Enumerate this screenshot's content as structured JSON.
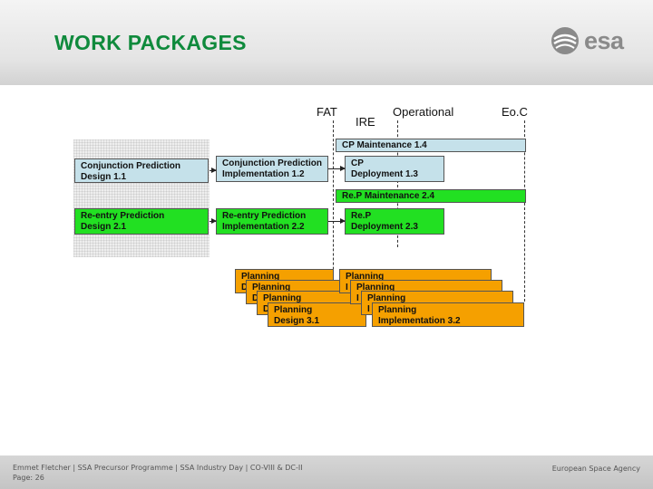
{
  "title": "WORK PACKAGES",
  "logo": {
    "text": "esa",
    "icon": "esa-swirl-icon"
  },
  "milestones": {
    "fat": "FAT",
    "ire": "IRE",
    "operational": "Operational",
    "eoc": "Eo.C"
  },
  "packages": {
    "cp_maintenance": "CP Maintenance 1.4",
    "cp_design": [
      "Conjunction Prediction",
      "Design 1.1"
    ],
    "cp_implementation": [
      "Conjunction Prediction",
      "Implementation 1.2"
    ],
    "cp_deployment": [
      "CP",
      "Deployment 1.3"
    ],
    "rep_maintenance": "Re.P Maintenance 2.4",
    "rep_design": [
      "Re-entry Prediction",
      "Design 2.1"
    ],
    "rep_implementation": [
      "Re-entry Prediction",
      "Implementation 2.2"
    ],
    "rep_deployment": [
      "Re.P",
      "Deployment 2.3"
    ]
  },
  "planning": {
    "design_stack": [
      {
        "line1": "Planning",
        "line2": "D"
      },
      {
        "line1": "Planning",
        "line2": "D"
      },
      {
        "line1": "Planning",
        "line2": "D"
      },
      {
        "line1": "Planning",
        "line2": "Design 3.1"
      }
    ],
    "implementation_stack": [
      {
        "line1": "Planning",
        "line2": "I"
      },
      {
        "line1": "Planning",
        "line2": "I"
      },
      {
        "line1": "Planning",
        "line2": "I"
      },
      {
        "line1": "Planning",
        "line2": "Implementation 3.2"
      }
    ]
  },
  "footer": {
    "line1": "Emmet Fletcher | SSA Precursor Programme | SSA Industry Day | CO-VIII & DC-II",
    "line2": "Page: 26",
    "org": "European Space Agency"
  },
  "colors": {
    "title": "#0f8a3c",
    "cp_boxes": "#c5e1ea",
    "rep_boxes": "#22e022",
    "planning_boxes": "#f5a000"
  }
}
